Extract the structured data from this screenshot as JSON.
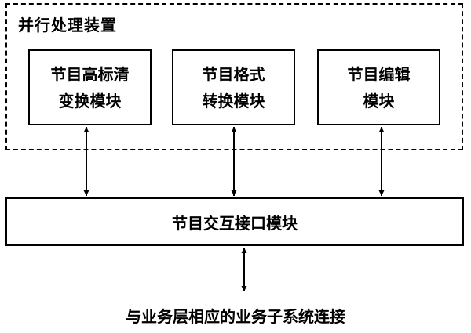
{
  "group": {
    "title": "并行处理装置"
  },
  "modules": [
    {
      "line1": "节目高标清",
      "line2": "变换模块"
    },
    {
      "line1": "节目格式",
      "line2": "转换模块"
    },
    {
      "line1": "节目编辑",
      "line2": "模块"
    }
  ],
  "interface": {
    "label": "节目交互接口模块"
  },
  "bottom": {
    "label": "与业务层相应的业务子系统连接"
  }
}
